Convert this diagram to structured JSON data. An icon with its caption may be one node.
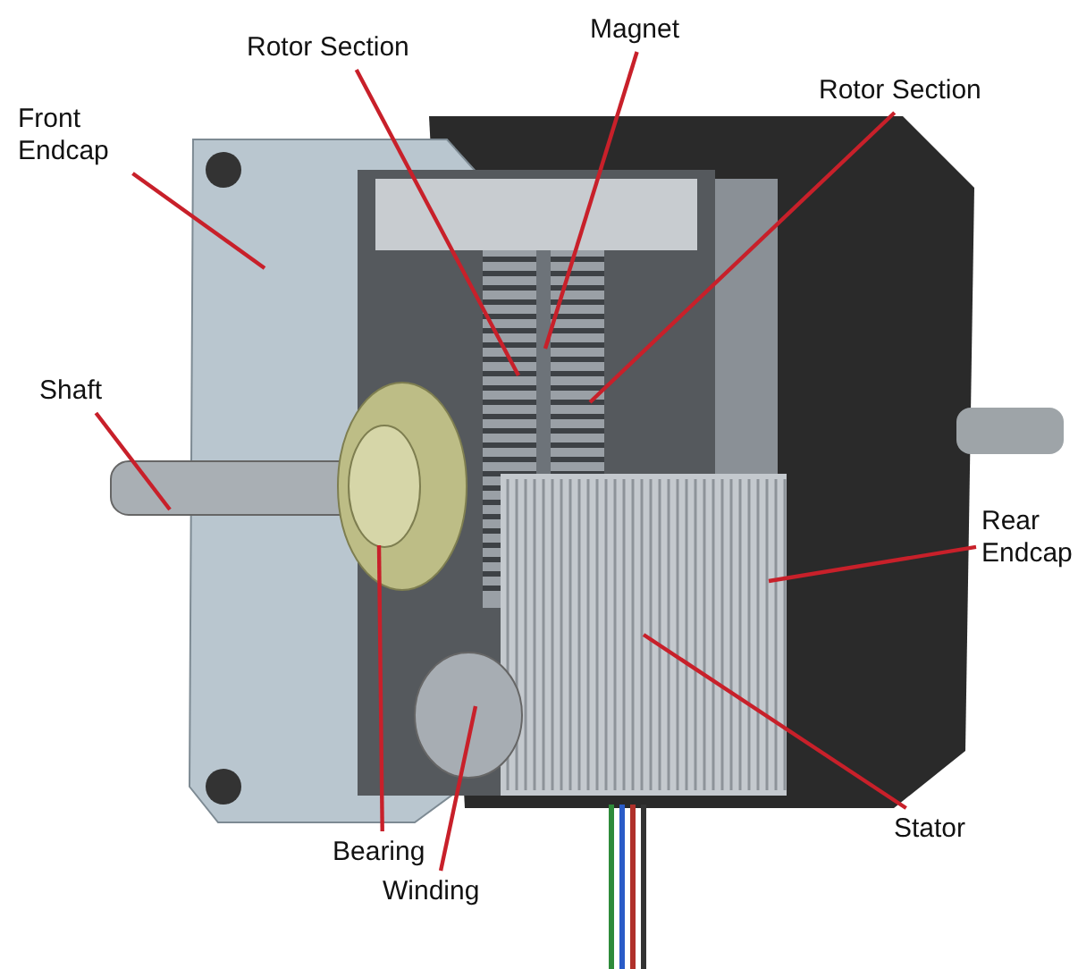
{
  "diagram": {
    "nodes": [
      {
        "text": [
          "Front Endcap"
        ]
      },
      {
        "text": [
          "Rotor Section"
        ]
      },
      {
        "text": [
          "Magnet"
        ]
      },
      {
        "text": [
          "Rotor Section"
        ]
      },
      {
        "text": [
          "Shaft"
        ]
      },
      {
        "text": [
          "Rear Endcap"
        ]
      },
      {
        "text": [
          "Stator"
        ]
      },
      {
        "text": [
          "Bearing"
        ]
      },
      {
        "text": [
          "Winding"
        ]
      }
    ],
    "edges": [
      {
        "from": 0,
        "to": null,
        "arrow": "none"
      },
      {
        "from": 1,
        "to": null,
        "arrow": "none"
      },
      {
        "from": 2,
        "to": null,
        "arrow": "none"
      },
      {
        "from": 3,
        "to": null,
        "arrow": "none"
      },
      {
        "from": 4,
        "to": null,
        "arrow": "none"
      },
      {
        "from": 5,
        "to": null,
        "arrow": "none"
      },
      {
        "from": 6,
        "to": null,
        "arrow": "none"
      },
      {
        "from": 7,
        "to": null,
        "arrow": "none"
      },
      {
        "from": 8,
        "to": null,
        "arrow": "none"
      }
    ]
  }
}
